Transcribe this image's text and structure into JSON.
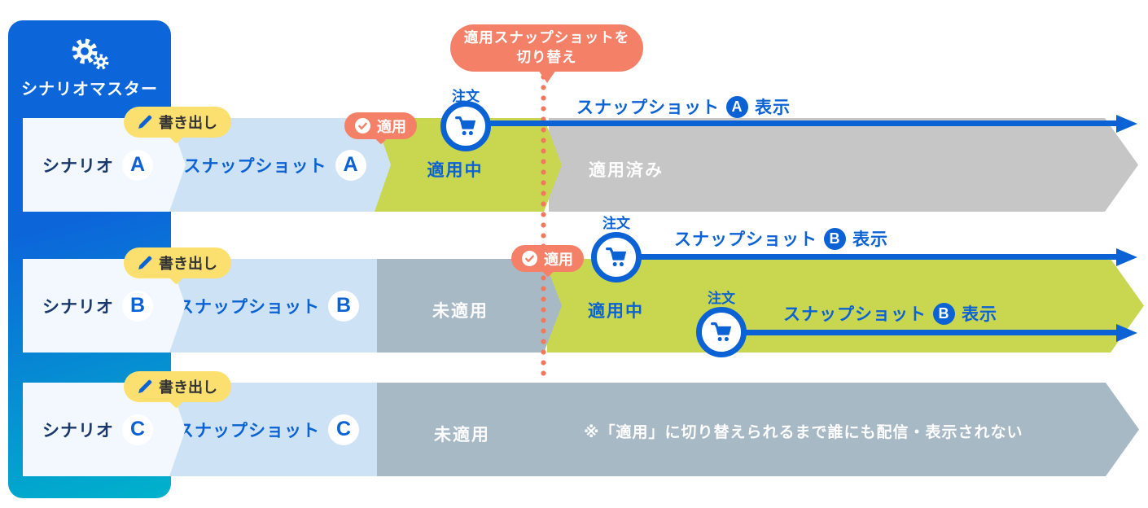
{
  "sidebar": {
    "title": "シナリオマスター",
    "icon": "gears"
  },
  "callout": {
    "line1": "適用スナップショットを",
    "line2": "切り替え"
  },
  "colors": {
    "blue": "#0b62d4",
    "navy": "#19386b",
    "light_blue": "#cde2f5",
    "scenario_bg": "#f2f8fd",
    "green_active": "#c9d64f",
    "gray_applied": "#c6c6c6",
    "gray_inactive": "#a8b9c6",
    "yellow_badge": "#fbdf6f",
    "coral": "#f48167",
    "sidebar_top": "#0c66da",
    "sidebar_bottom": "#00b2cb"
  },
  "rows": [
    {
      "export_badge": "書き出し",
      "scenario_label": "シナリオ",
      "scenario_letter": "A",
      "snapshot_label": "スナップショット",
      "snapshot_letter": "A",
      "apply_badge": "適用",
      "active_label": "適用中",
      "applied_label": "適用済み",
      "arrows": [
        {
          "order_label": "注文",
          "prefix": "スナップショット",
          "letter": "A",
          "suffix": "表示"
        }
      ]
    },
    {
      "export_badge": "書き出し",
      "scenario_label": "シナリオ",
      "scenario_letter": "B",
      "snapshot_label": "スナップショット",
      "snapshot_letter": "B",
      "apply_badge": "適用",
      "inactive_label": "未適用",
      "active_label": "適用中",
      "arrows": [
        {
          "order_label": "注文",
          "prefix": "スナップショット",
          "letter": "B",
          "suffix": "表示"
        },
        {
          "order_label": "注文",
          "prefix": "スナップショット",
          "letter": "B",
          "suffix": "表示"
        }
      ]
    },
    {
      "export_badge": "書き出し",
      "scenario_label": "シナリオ",
      "scenario_letter": "C",
      "snapshot_label": "スナップショット",
      "snapshot_letter": "C",
      "inactive_label": "未適用",
      "note": "※「適用」に切り替えられるまで誰にも配信・表示されない"
    }
  ]
}
